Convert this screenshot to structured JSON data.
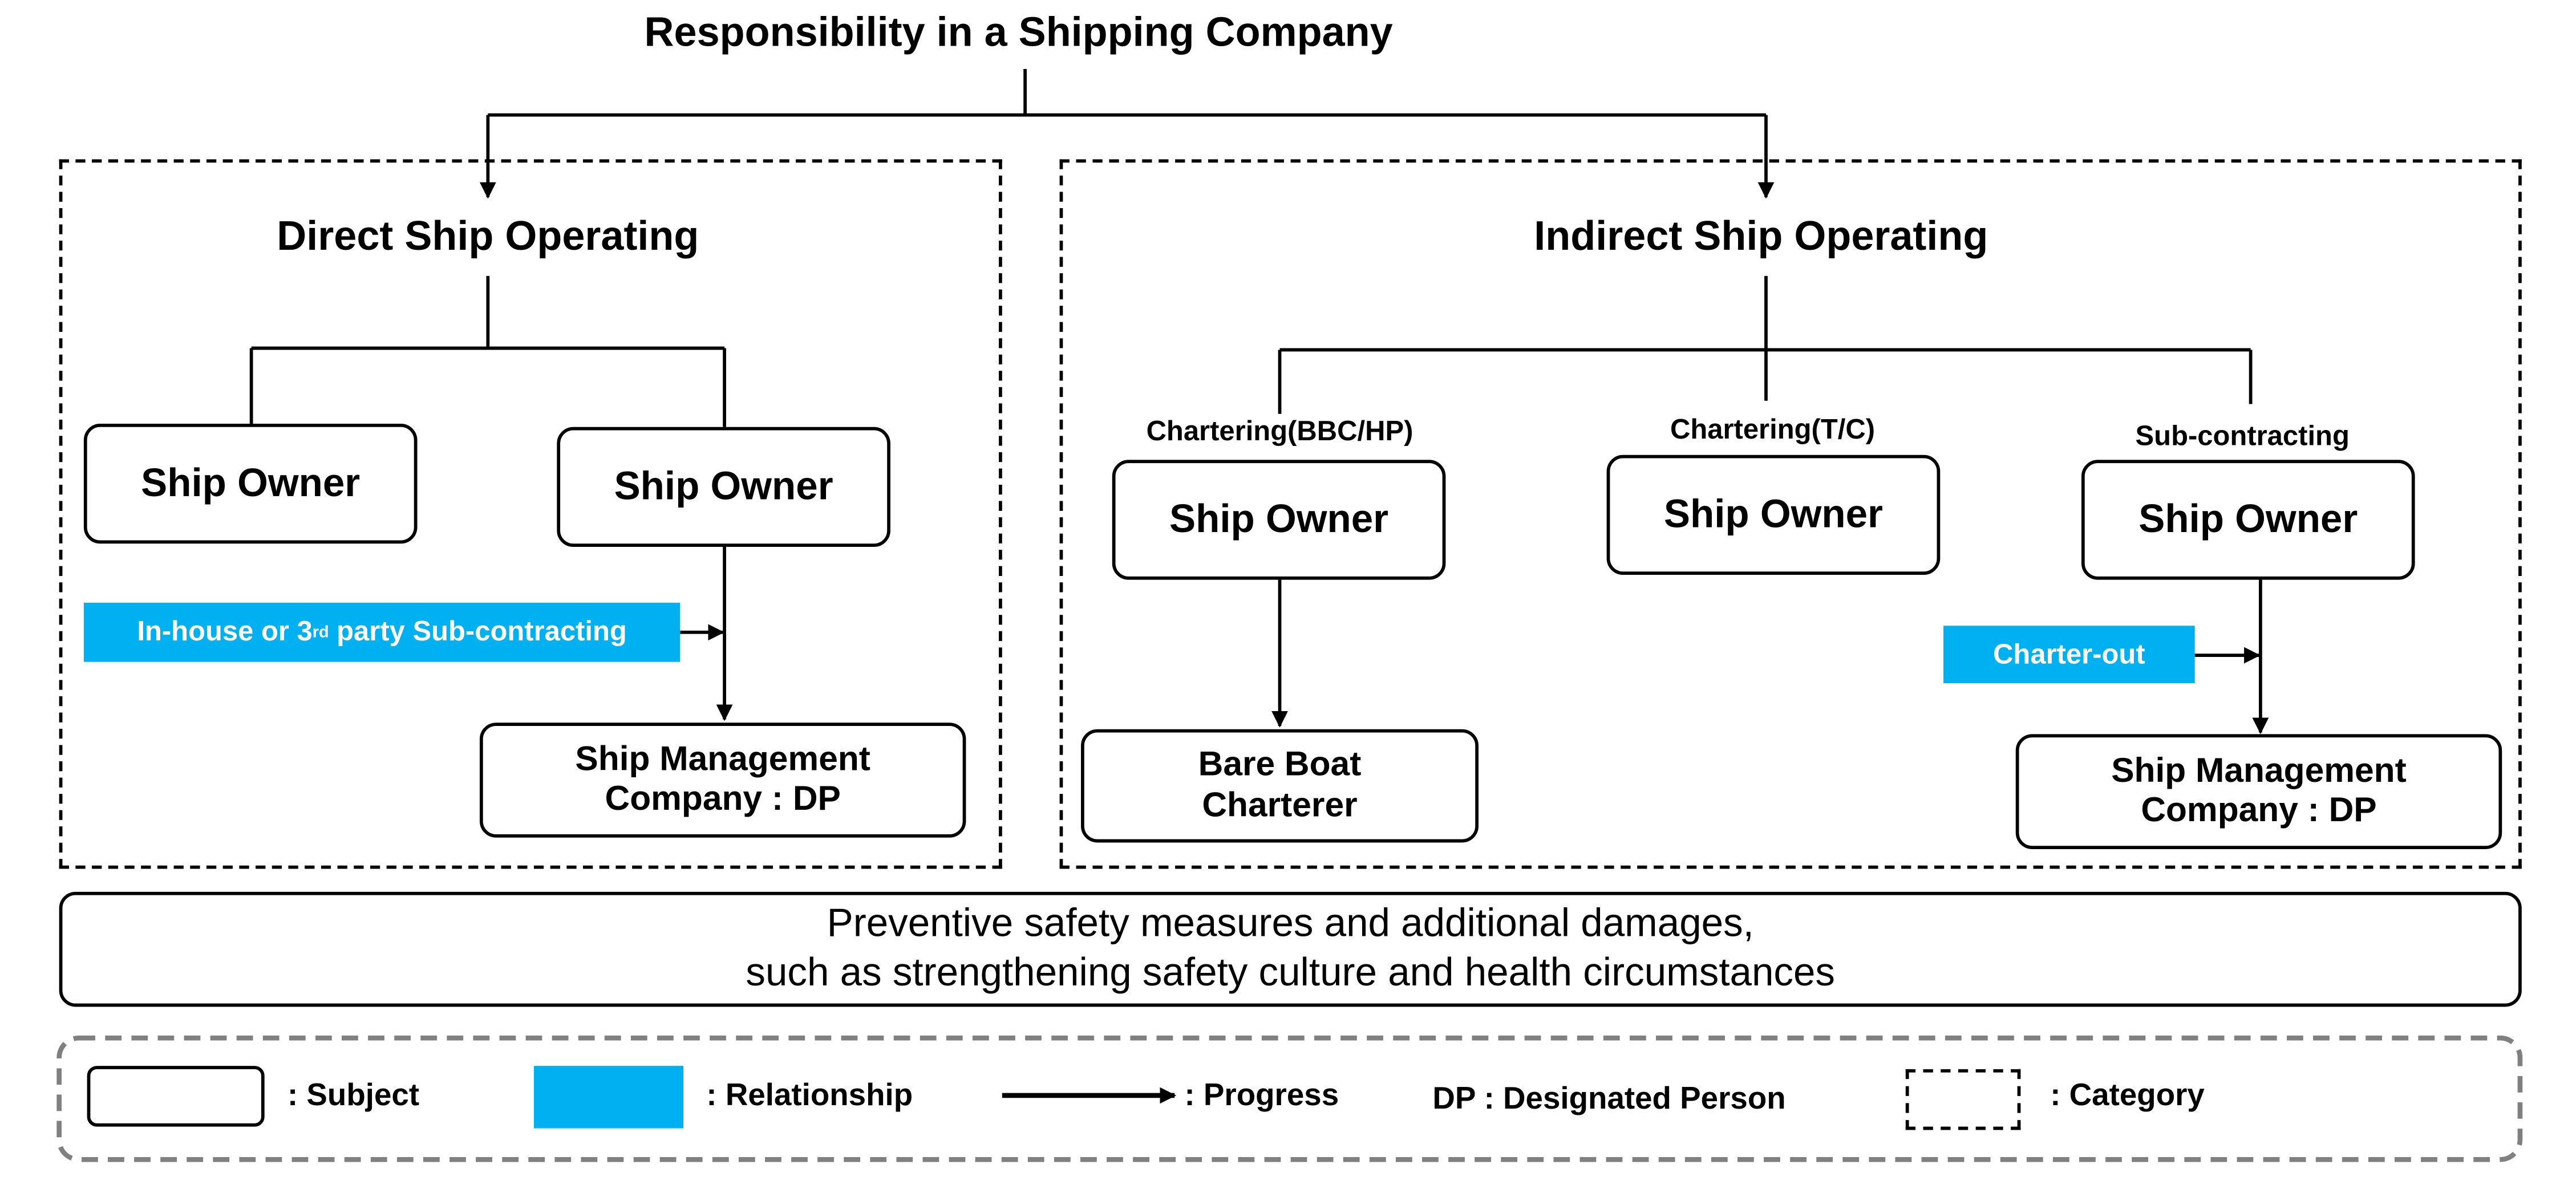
{
  "title": "Responsibility in a Shipping Company",
  "direct": {
    "heading": "Direct Ship Operating",
    "owner_left": "Ship Owner",
    "owner_right": "Ship Owner",
    "relationship": "In-house or 3",
    "relationship_sup": "rd",
    "relationship_tail": " party Sub-contracting",
    "management_line1": "Ship Management",
    "management_line2": "Company : DP"
  },
  "indirect": {
    "heading": "Indirect Ship Operating",
    "chartering_bbc_label": "Chartering(BBC/HP)",
    "chartering_tc_label": "Chartering(T/C)",
    "subcontracting_label": "Sub-contracting",
    "owner_1": "Ship Owner",
    "owner_2": "Ship Owner",
    "owner_3": "Ship Owner",
    "bareboat_line1": "Bare Boat",
    "bareboat_line2": "Charterer",
    "relationship": "Charter-out",
    "management_line1": "Ship Management",
    "management_line2": "Company : DP"
  },
  "measures": {
    "line1": "Preventive safety measures and additional damages,",
    "line2": "such as strengthening safety culture and health circumstances"
  },
  "legend": {
    "subject": ": Subject",
    "relationship": ": Relationship",
    "progress": ": Progress",
    "dp": "DP : Designated Person",
    "category": ": Category"
  },
  "colors": {
    "relationship_fill": "#00b0f0",
    "line": "#000000",
    "legend_border": "#808080"
  }
}
